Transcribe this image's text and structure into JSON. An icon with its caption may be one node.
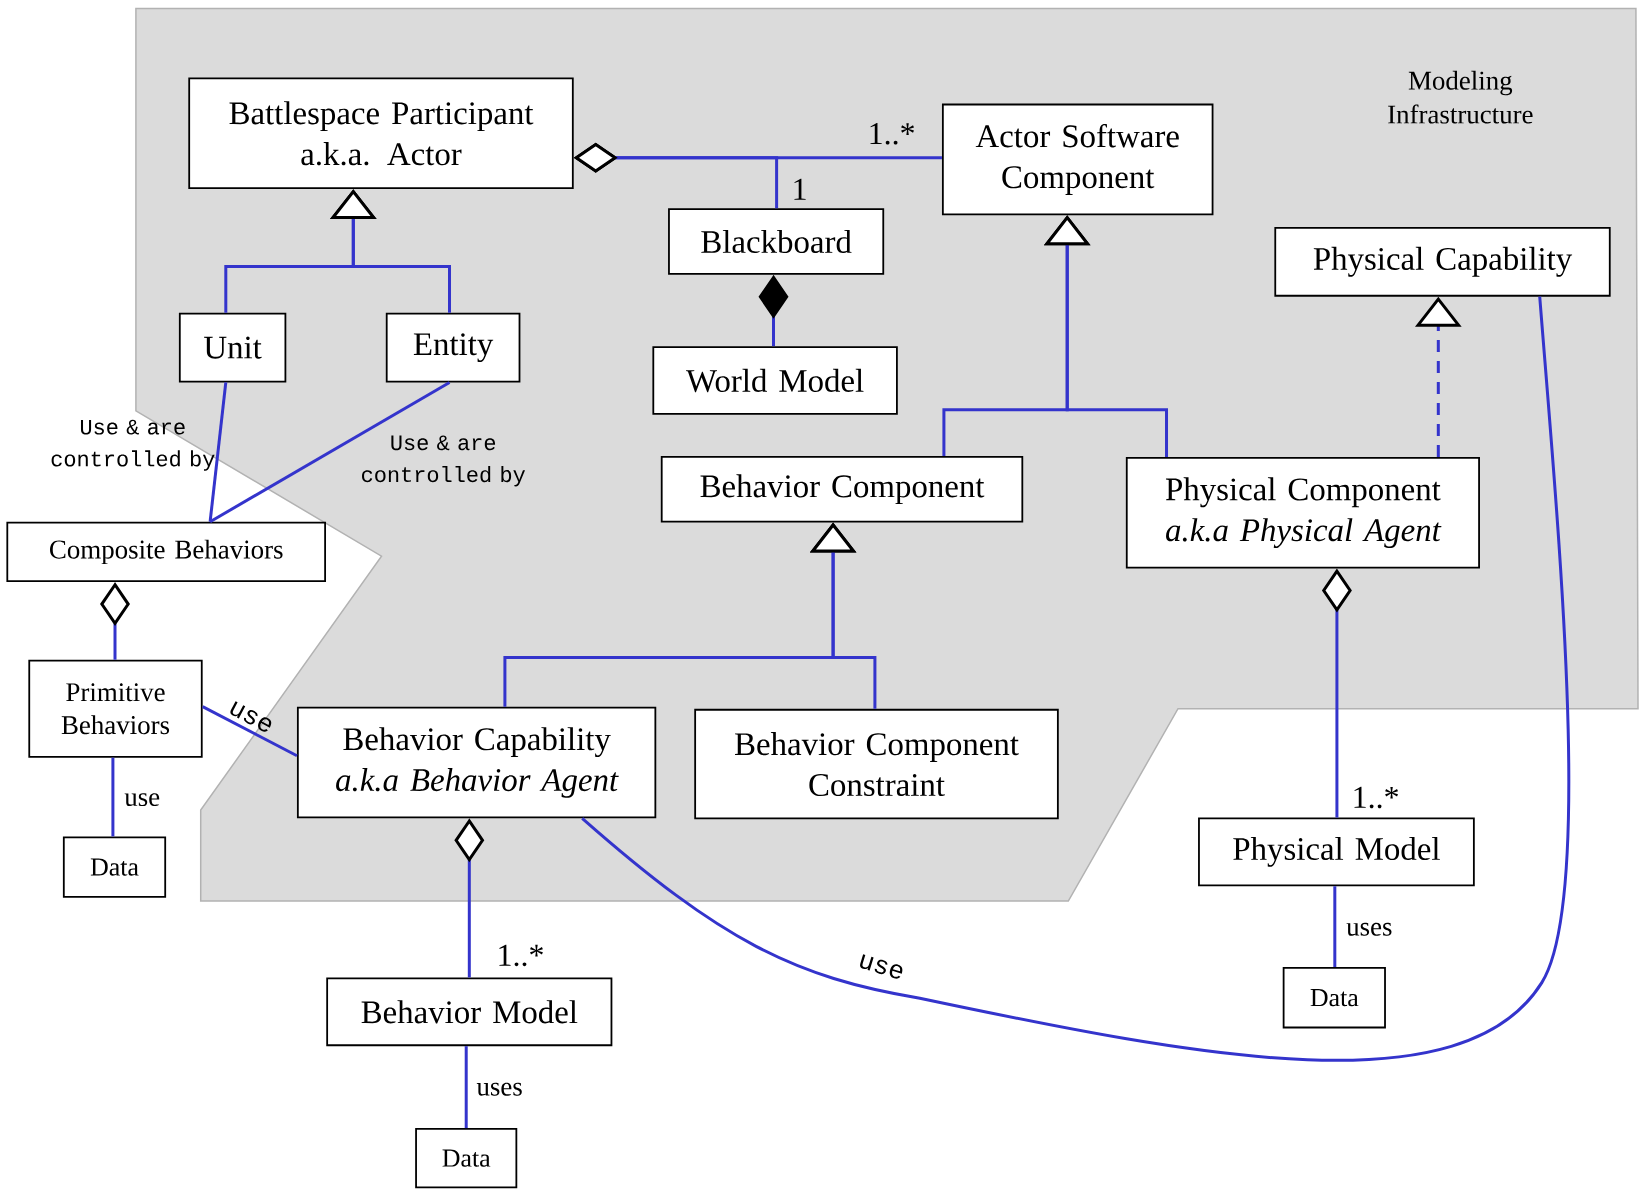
{
  "diagram": {
    "nodes": [
      {
        "text": [
          "Modeling Infrastructure"
        ]
      },
      {
        "text": [
          "Battlespace Participant a.k.a. Actor"
        ],
        "in": 0
      },
      {
        "text": [
          "Actor Software Component"
        ],
        "in": 0
      },
      {
        "text": [
          "Blackboard"
        ],
        "in": 0
      },
      {
        "text": [
          "World Model"
        ],
        "in": 0
      },
      {
        "text": [
          "Physical Capability"
        ],
        "in": 0
      },
      {
        "text": [
          "Unit"
        ],
        "in": 0
      },
      {
        "text": [
          "Entity"
        ],
        "in": 0
      },
      {
        "text": [
          "Behavior Component"
        ],
        "in": 0
      },
      {
        "text": [
          "Physical Component",
          "a.k.a Physical Agent"
        ],
        "in": 0
      },
      {
        "text": [
          "Composite Behaviors"
        ]
      },
      {
        "text": [
          "Primitive Behaviors"
        ]
      },
      {
        "text": [
          "Behavior Capability",
          "a.k.a Behavior Agent"
        ],
        "in": 0
      },
      {
        "text": [
          "Behavior Component Constraint"
        ],
        "in": 0
      },
      {
        "text": [
          "Data"
        ]
      },
      {
        "text": [
          "Physical Model"
        ]
      },
      {
        "text": [
          "Data"
        ]
      },
      {
        "text": [
          "Behavior Model"
        ]
      },
      {
        "text": [
          "Data"
        ]
      }
    ],
    "edges": [
      {
        "from": 2,
        "to": 1,
        "arrow": "other",
        "label": "1..*"
      },
      {
        "from": 3,
        "to": 1,
        "arrow": "other",
        "label": "1"
      },
      {
        "from": 4,
        "to": 3,
        "arrow": "other"
      },
      {
        "from": 6,
        "to": 1,
        "arrow": "to"
      },
      {
        "from": 7,
        "to": 1,
        "arrow": "to"
      },
      {
        "from": 8,
        "to": 2,
        "arrow": "to"
      },
      {
        "from": 9,
        "to": 2,
        "arrow": "to"
      },
      {
        "from": 9,
        "to": 5,
        "arrow": "to",
        "style": "dashed"
      },
      {
        "from": 12,
        "to": 8,
        "arrow": "to"
      },
      {
        "from": 13,
        "to": 8,
        "arrow": "to"
      },
      {
        "from": 6,
        "to": 10,
        "arrow": "none",
        "label": "Use & are controlled by"
      },
      {
        "from": 7,
        "to": 10,
        "arrow": "none",
        "label": "Use & are controlled by"
      },
      {
        "from": 11,
        "to": 10,
        "arrow": "other"
      },
      {
        "from": 11,
        "to": 12,
        "arrow": "none",
        "label": "use"
      },
      {
        "from": 11,
        "to": 14,
        "arrow": "none",
        "label": "use"
      },
      {
        "from": 12,
        "to": 5,
        "arrow": "none",
        "label": "use"
      },
      {
        "from": 17,
        "to": 12,
        "arrow": "other",
        "label": "1..*"
      },
      {
        "from": 17,
        "to": 18,
        "arrow": "none",
        "label": "uses"
      },
      {
        "from": 15,
        "to": 9,
        "arrow": "other",
        "label": "1..*"
      },
      {
        "from": 15,
        "to": 16,
        "arrow": "none",
        "label": "uses"
      }
    ]
  }
}
